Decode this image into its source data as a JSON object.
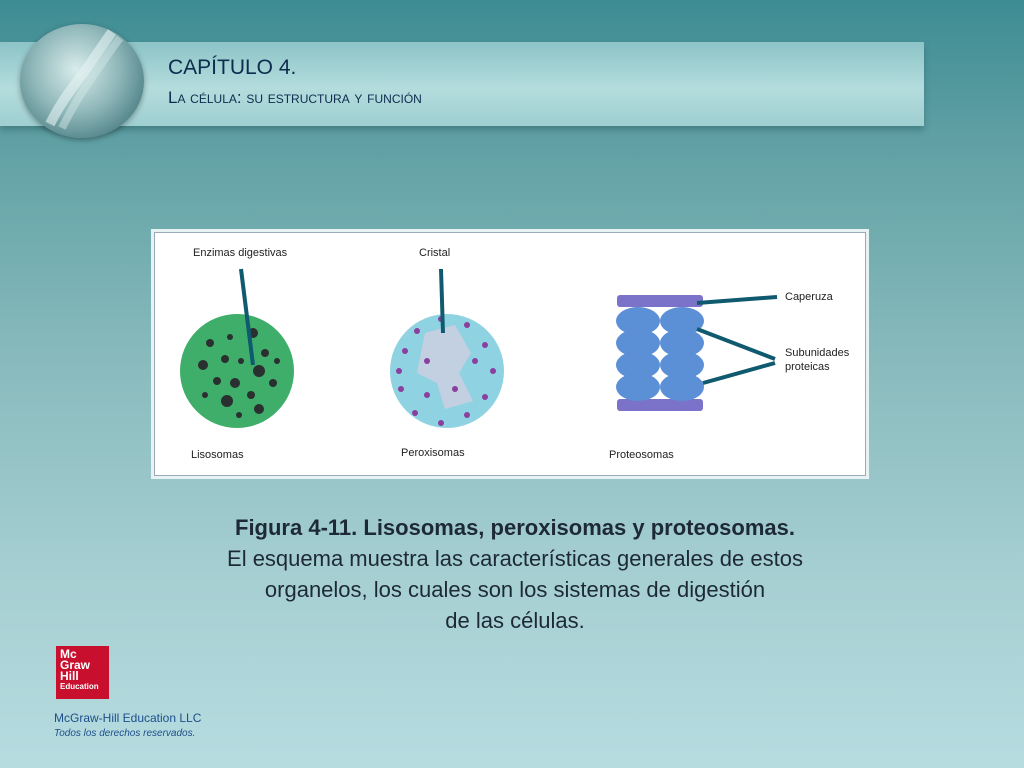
{
  "header": {
    "chapter": "CAPÍTULO 4.",
    "subtitle": "La célula: su estructura y función"
  },
  "figure": {
    "labels": {
      "enzimas": "Enzimas digestivas",
      "cristal": "Cristal",
      "caperuza": "Caperuza",
      "subunidades_1": "Subunidades",
      "subunidades_2": "proteicas",
      "lisosomas": "Lisosomas",
      "peroxisomas": "Peroxisomas",
      "proteosomas": "Proteosomas"
    },
    "colors": {
      "lysosome": "#3fae6a",
      "peroxisome": "#8fd3e3",
      "proteasome": "#5b8fd6",
      "pointer": "#0f5a6e"
    }
  },
  "caption": {
    "bold": "Figura 4-11. Lisosomas, peroxisomas y proteosomas.",
    "line1": "El esquema muestra las características generales de estos",
    "line2": "organelos, los cuales son los sistemas de digestión",
    "line3": "de las células."
  },
  "footer": {
    "logo_lines": [
      "Mc",
      "Graw",
      "Hill",
      "Education"
    ],
    "company": "McGraw-Hill Education LLC",
    "rights": "Todos los derechos reservados."
  }
}
